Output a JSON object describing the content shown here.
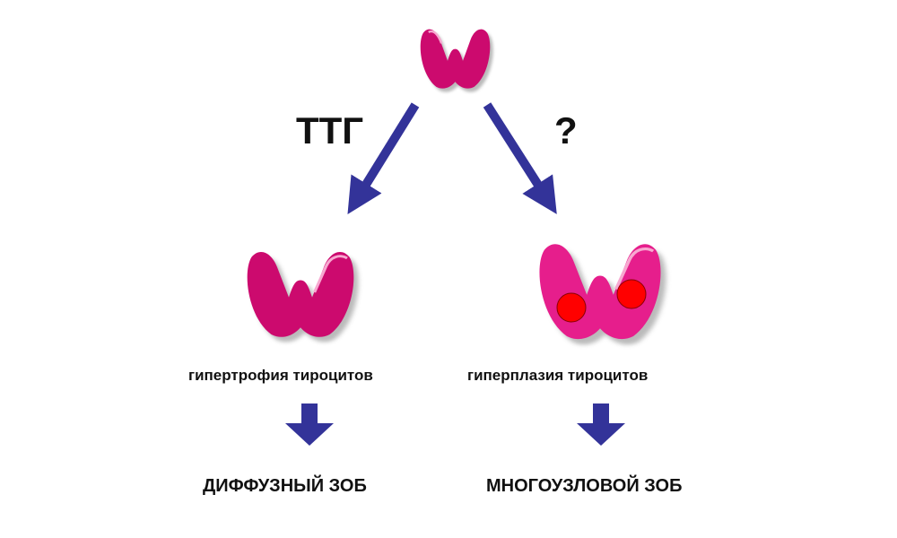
{
  "colors": {
    "gland_normal": "#cc0a6e",
    "gland_light": "#e61e8c",
    "nodule": "#ff0000",
    "arrow": "#333399",
    "shadow": "#777777"
  },
  "labels": {
    "left_arrow": "ТТГ",
    "right_arrow": "?",
    "left_process": "гипертрофия тироцитов",
    "right_process": "гиперплазия тироцитов",
    "left_result": "ДИФФУЗНЫЙ ЗОБ",
    "right_result": "МНОГОУЗЛОВОЙ ЗОБ"
  }
}
